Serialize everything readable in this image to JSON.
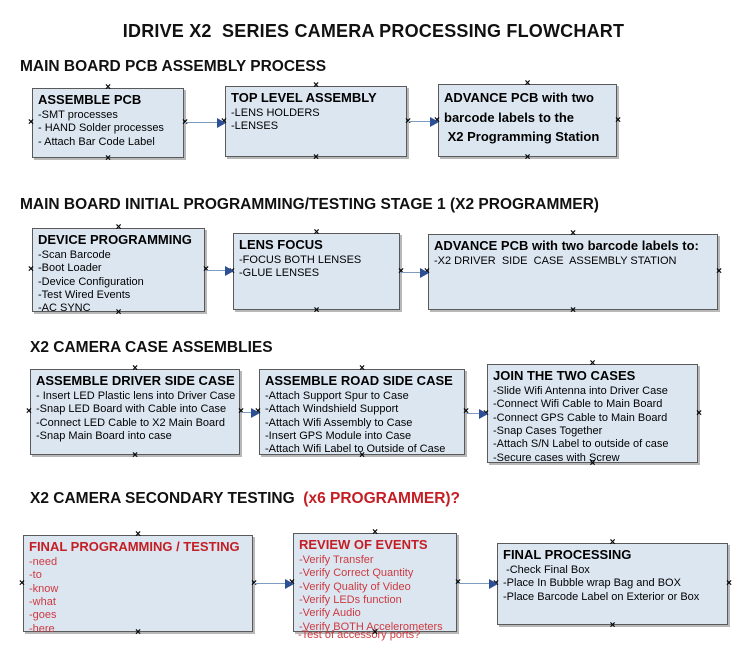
{
  "title": "IDRIVE X2  SERIES CAMERA PROCESSING FLOWCHART",
  "anchor_glyph": "×",
  "palette": {
    "box_fill": "#dce6f1",
    "box_border": "#5a5a5a",
    "arrow_line": "#7e9bc0",
    "arrow_head": "#2d4f96",
    "red_heading": "#c41e24",
    "red_item": "#cd3a40",
    "black_text": "#111111"
  },
  "sections": [
    {
      "heading": "MAIN BOARD PCB ASSEMBLY PROCESS",
      "heading_red": "",
      "boxes": [
        {
          "title": "ASSEMBLE PCB",
          "items": [
            "-SMT processes",
            "- HAND Solder processes",
            "- Attach Bar Code Label"
          ]
        },
        {
          "title": "TOP LEVEL ASSEMBLY",
          "items": [
            "-LENS HOLDERS",
            "-LENSES"
          ]
        },
        {
          "title": "ADVANCE PCB with two\nbarcode labels to the\n X2 Programming Station",
          "items": []
        }
      ]
    },
    {
      "heading": "MAIN BOARD INITIAL PROGRAMMING/TESTING STAGE 1 (X2 PROGRAMMER)",
      "heading_red": "",
      "boxes": [
        {
          "title": "DEVICE PROGRAMMING",
          "items": [
            "-Scan Barcode",
            "-Boot Loader",
            "-Device Configuration",
            "-Test Wired Events",
            "-AC SYNC"
          ]
        },
        {
          "title": "LENS FOCUS",
          "items": [
            "-FOCUS BOTH LENSES",
            "-GLUE LENSES"
          ]
        },
        {
          "title": "ADVANCE PCB with two barcode labels to:",
          "items": [
            "-X2 DRIVER  SIDE  CASE  ASSEMBLY STATION"
          ]
        }
      ]
    },
    {
      "heading": "X2 CAMERA CASE ASSEMBLIES",
      "heading_red": "",
      "boxes": [
        {
          "title": "ASSEMBLE DRIVER SIDE CASE",
          "items": [
            "- Insert LED Plastic lens into Driver Case",
            "-Snap LED Board with Cable into Case",
            "-Connect LED Cable to X2 Main Board",
            "-Snap Main Board into case"
          ]
        },
        {
          "title": "ASSEMBLE ROAD SIDE CASE",
          "items": [
            "-Attach Support Spur to Case",
            "-Attach Windshield Support",
            "-Attach Wifi Assembly to Case",
            "-Insert GPS Module into Case",
            "-Attach Wifi Label to Outside of Case"
          ]
        },
        {
          "title": "JOIN THE TWO CASES",
          "items": [
            "-Slide Wifi Antenna into Driver Case",
            "-Connect Wifi Cable to Main Board",
            "-Connect GPS Cable to Main Board",
            "-Snap Cases Together",
            "-Attach S/N Label to outside of case",
            "-Secure cases with Screw"
          ]
        }
      ]
    },
    {
      "heading": "X2 CAMERA SECONDARY TESTING",
      "heading_red": "  (x6 PROGRAMMER)?",
      "boxes": [
        {
          "title": "FINAL PROGRAMMING / TESTING",
          "items": [
            "-need",
            "-to",
            "-know",
            "-what",
            "-goes",
            "-here"
          ]
        },
        {
          "title": "REVIEW OF EVENTS",
          "items": [
            "-Verify Transfer",
            "-Verify Correct Quantity",
            "-Verify Quality of Video",
            "-Verify LEDs function",
            "-Verify Audio",
            "-Verify BOTH Accelerometers"
          ],
          "overflow_item": "-Test of accessory ports?"
        },
        {
          "title": "FINAL PROCESSING",
          "items": [
            " -Check Final Box",
            "-Place In Bubble wrap Bag and BOX",
            "-Place Barcode Label on Exterior or Box"
          ]
        }
      ]
    }
  ]
}
